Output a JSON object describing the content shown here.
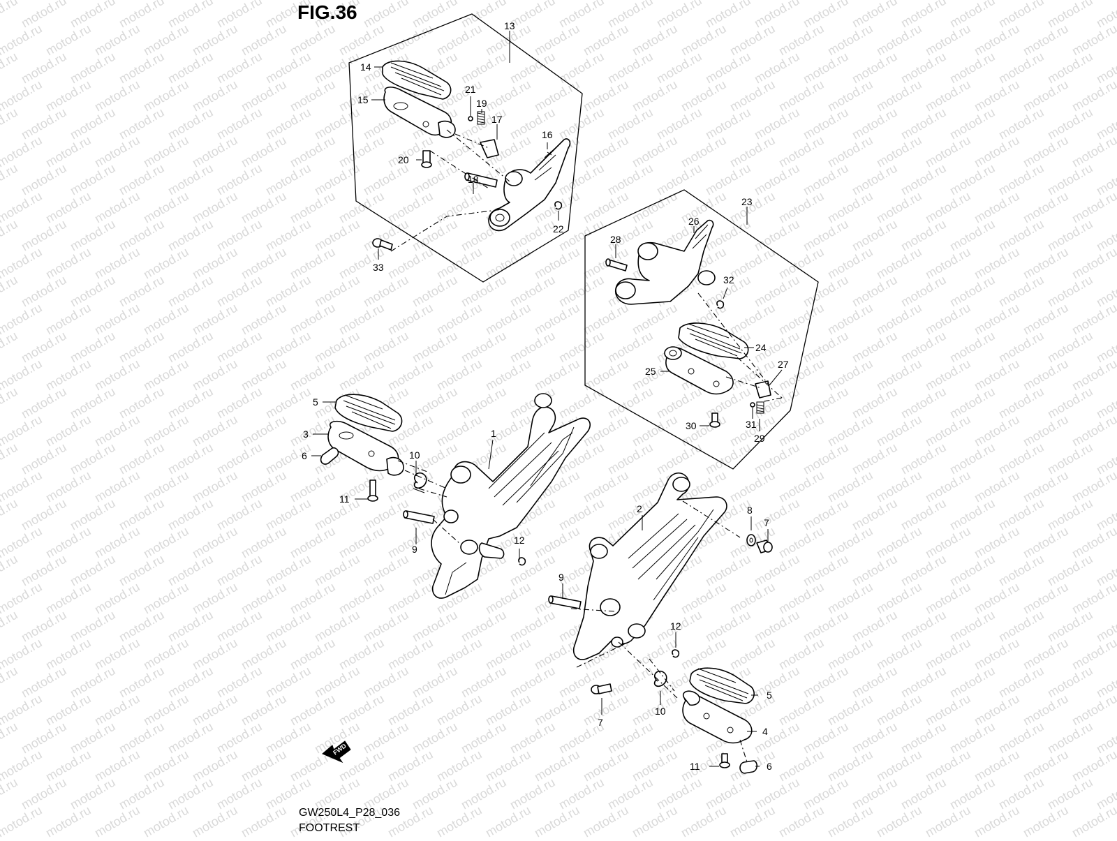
{
  "figure": {
    "title": "FIG.36"
  },
  "watermark": {
    "text": "motod.ru",
    "color": "#d9d9d9"
  },
  "footer": {
    "code": "GW250L4_P28_036",
    "name": "FOOTREST"
  },
  "fwd_indicator": {
    "label": "FWD",
    "icon": "fwd-arrow-icon"
  },
  "callouts": [
    {
      "id": "c13",
      "label": "13"
    },
    {
      "id": "c14",
      "label": "14"
    },
    {
      "id": "c15",
      "label": "15"
    },
    {
      "id": "c21",
      "label": "21"
    },
    {
      "id": "c19",
      "label": "19"
    },
    {
      "id": "c17",
      "label": "17"
    },
    {
      "id": "c16",
      "label": "16"
    },
    {
      "id": "c20",
      "label": "20"
    },
    {
      "id": "c18",
      "label": "18"
    },
    {
      "id": "c22",
      "label": "22"
    },
    {
      "id": "c33",
      "label": "33"
    },
    {
      "id": "c23",
      "label": "23"
    },
    {
      "id": "c26",
      "label": "26"
    },
    {
      "id": "c28",
      "label": "28"
    },
    {
      "id": "c32",
      "label": "32"
    },
    {
      "id": "c24",
      "label": "24"
    },
    {
      "id": "c27",
      "label": "27"
    },
    {
      "id": "c25",
      "label": "25"
    },
    {
      "id": "c30",
      "label": "30"
    },
    {
      "id": "c31",
      "label": "31"
    },
    {
      "id": "c29",
      "label": "29"
    },
    {
      "id": "c5a",
      "label": "5"
    },
    {
      "id": "c3",
      "label": "3"
    },
    {
      "id": "c6a",
      "label": "6"
    },
    {
      "id": "c1",
      "label": "1"
    },
    {
      "id": "c10a",
      "label": "10"
    },
    {
      "id": "c11a",
      "label": "11"
    },
    {
      "id": "c9a",
      "label": "9"
    },
    {
      "id": "c12a",
      "label": "12"
    },
    {
      "id": "c2",
      "label": "2"
    },
    {
      "id": "c8",
      "label": "8"
    },
    {
      "id": "c7a",
      "label": "7"
    },
    {
      "id": "c9b",
      "label": "9"
    },
    {
      "id": "c12b",
      "label": "12"
    },
    {
      "id": "c5b",
      "label": "5"
    },
    {
      "id": "c10b",
      "label": "10"
    },
    {
      "id": "c7b",
      "label": "7"
    },
    {
      "id": "c4",
      "label": "4"
    },
    {
      "id": "c11b",
      "label": "11"
    },
    {
      "id": "c6b",
      "label": "6"
    }
  ]
}
